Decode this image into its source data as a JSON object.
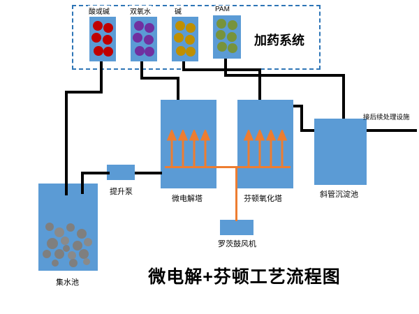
{
  "diagram_title": "微电解+芬顿工艺流程图",
  "dosing_system": {
    "label": "加药系统",
    "chemicals": [
      {
        "name": "酸或碱",
        "dot_color": "#c00000"
      },
      {
        "name": "双氧水",
        "dot_color": "#7030a0"
      },
      {
        "name": "碱",
        "dot_color": "#bf8f00"
      },
      {
        "name": "PAM",
        "dot_color": "#77933c"
      }
    ]
  },
  "units": {
    "collection_tank": "集水池",
    "lift_pump": "提升泵",
    "micro_electrolysis_tower": "微电解塔",
    "fenton_oxidation_tower": "芬顿氧化塔",
    "inclined_tube_settler": "斜管沉淀池",
    "roots_blower": "罗茨鼓风机"
  },
  "annotations": {
    "outlet_note": "接后续处理设施"
  },
  "colors": {
    "tank_blue": "#5b9bd5",
    "pipe_black": "#000000",
    "aeration_orange": "#ed7d31",
    "dashed_border_blue": "#2e75b6",
    "sludge_gray": "#7f7f7f"
  }
}
